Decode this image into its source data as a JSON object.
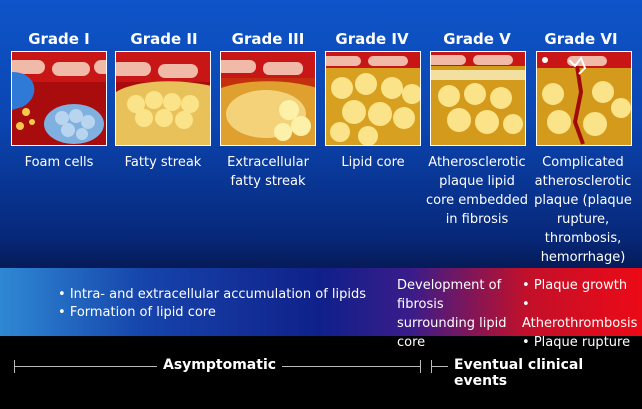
{
  "grades": [
    {
      "title": "Grade I",
      "label": "Foam cells"
    },
    {
      "title": "Grade II",
      "label": "Fatty streak"
    },
    {
      "title": "Grade III",
      "label": "Extracellular fatty streak"
    },
    {
      "title": "Grade IV",
      "label": "Lipid core"
    },
    {
      "title": "Grade V",
      "label": "Atherosclerotic plaque lipid core embedded in fibrosis"
    },
    {
      "title": "Grade VI",
      "label": "Complicated atherosclerotic plaque (plaque rupture, thrombosis, hemorrhage)"
    }
  ],
  "band": {
    "bullets": [
      "Intra- and extracellular accumulation of lipids",
      "Formation of lipid core"
    ],
    "development": "Development of fibrosis surrounding lipid core",
    "events": [
      "Plaque growth",
      "Atherothrombosis",
      "Plaque rupture"
    ]
  },
  "timeline": {
    "asymptomatic": "Asymptomatic",
    "clinical": "Eventual clinical events"
  },
  "colors": {
    "vessel_wall": "#b30e0e",
    "lipid": "#f2c94c",
    "foam_cell": "#2f7ad6",
    "band_left": "#2f88d4",
    "band_right": "#ec0a16"
  }
}
